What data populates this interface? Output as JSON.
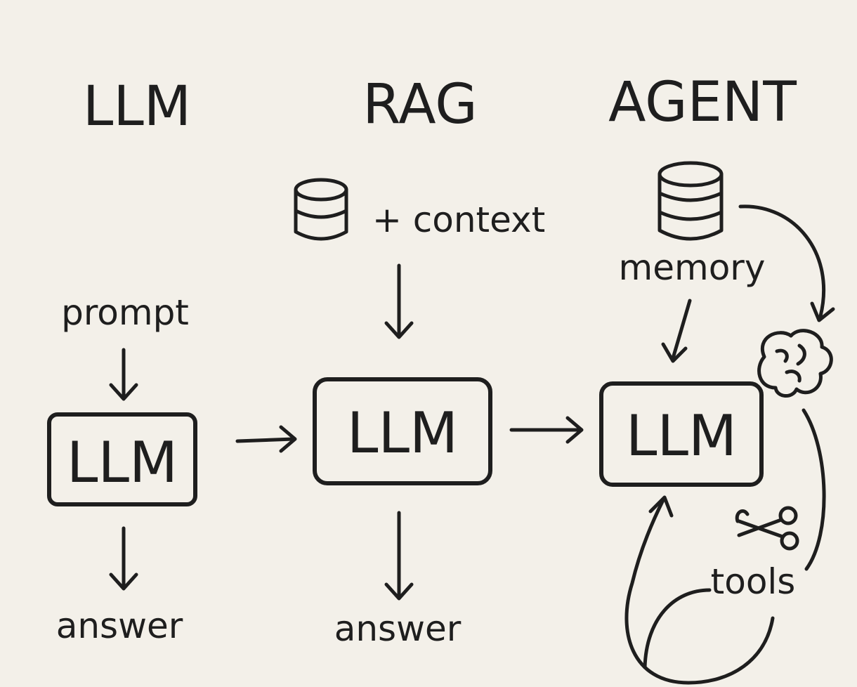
{
  "columns": {
    "llm": {
      "heading": "LLM",
      "input_label": "prompt",
      "box_label": "LLM",
      "output_label": "answer"
    },
    "rag": {
      "heading": "RAG",
      "input_label": "+ context",
      "box_label": "LLM",
      "output_label": "answer",
      "input_icon": "database-icon"
    },
    "agent": {
      "heading": "AGENT",
      "memory_label": "memory",
      "box_label": "LLM",
      "tools_label": "tools",
      "memory_icon": "database-icon",
      "reasoning_icon": "brain-icon",
      "tools_icon": "scissors-icon"
    }
  },
  "colors": {
    "background": "#f3f0e9",
    "ink": "#1e1e1e"
  }
}
